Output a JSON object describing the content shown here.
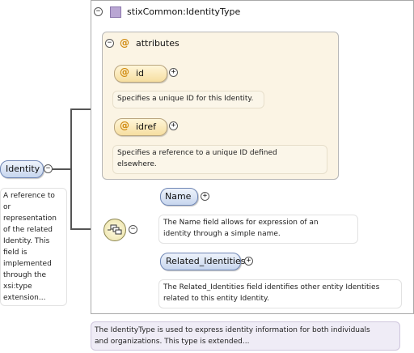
{
  "root": {
    "name": "Identity",
    "doc": [
      "A reference to",
      "or",
      "representation",
      "of the related",
      "Identity. This",
      "field is",
      "implemented",
      "through the",
      "xsi:type",
      "extension..."
    ]
  },
  "type": {
    "name": "stixCommon:IdentityType",
    "doc": [
      "The IdentityType is used to express identity information for both individuals",
      "and organizations. This type is extended..."
    ]
  },
  "attributes": {
    "title": "attributes",
    "at_symbol": "@",
    "items": [
      {
        "name": "id",
        "doc": [
          "Specifies a unique ID for this Identity."
        ]
      },
      {
        "name": "idref",
        "doc": [
          "Specifies a reference to a unique ID defined",
          "elsewhere."
        ]
      }
    ]
  },
  "elements": [
    {
      "name": "Name",
      "doc": [
        "The Name field allows for expression of an",
        "identity through a simple name."
      ]
    },
    {
      "name": "Related_Identities",
      "doc": [
        "The Related_Identities field identifies other entity Identities",
        "related to this entity Identity."
      ]
    }
  ],
  "symbols": {
    "collapse": "−",
    "expand": "+"
  },
  "colors": {
    "element_fill": "#c7d6ee",
    "attribute_fill": "#f6dea0",
    "attributes_panel": "#fbf4e4",
    "annotation_panel": "#efecf6"
  }
}
